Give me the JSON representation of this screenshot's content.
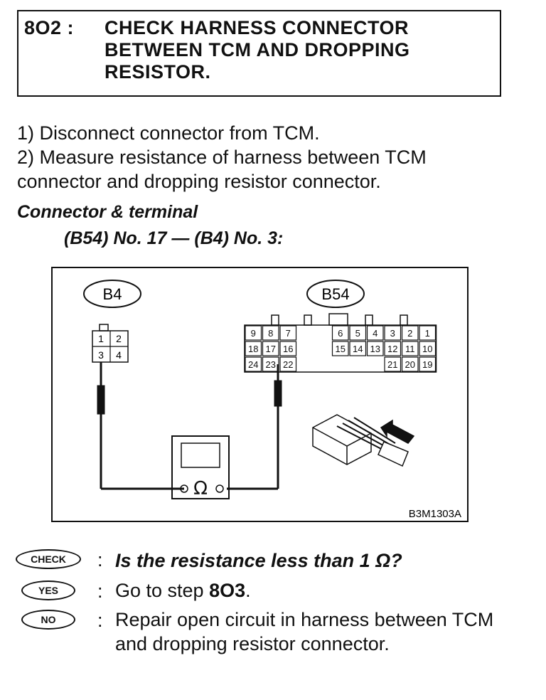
{
  "header": {
    "step": "8O2 :",
    "title": "CHECK HARNESS CONNECTOR BETWEEN TCM AND DROPPING RESISTOR."
  },
  "instructions": [
    "1)  Disconnect connector from TCM.",
    "2)  Measure resistance of harness between TCM connector and dropping resistor connector."
  ],
  "connector": {
    "heading": "Connector & terminal",
    "terminals": "(B54) No. 17 — (B4) No. 3:"
  },
  "figure": {
    "b4_label": "B4",
    "b54_label": "B54",
    "b4_pins": [
      "1",
      "2",
      "3",
      "4"
    ],
    "b54_row1": [
      "9",
      "8",
      "7",
      "6",
      "5",
      "4",
      "3",
      "2",
      "1"
    ],
    "b54_row2": [
      "18",
      "17",
      "16",
      "15",
      "14",
      "13",
      "12",
      "11",
      "10"
    ],
    "b54_row3": [
      "24",
      "23",
      "22",
      "21",
      "20",
      "19"
    ],
    "meter_symbol": "Ω",
    "code": "B3M1303A"
  },
  "results": {
    "check_badge": "CHECK",
    "check_text": "Is the resistance less than 1 Ω?",
    "yes_badge": "YES",
    "yes_text_prefix": "Go to step ",
    "yes_step": "8O3",
    "yes_text_suffix": ".",
    "no_badge": "NO",
    "no_text": "Repair open circuit in harness between TCM and dropping resistor connector."
  }
}
